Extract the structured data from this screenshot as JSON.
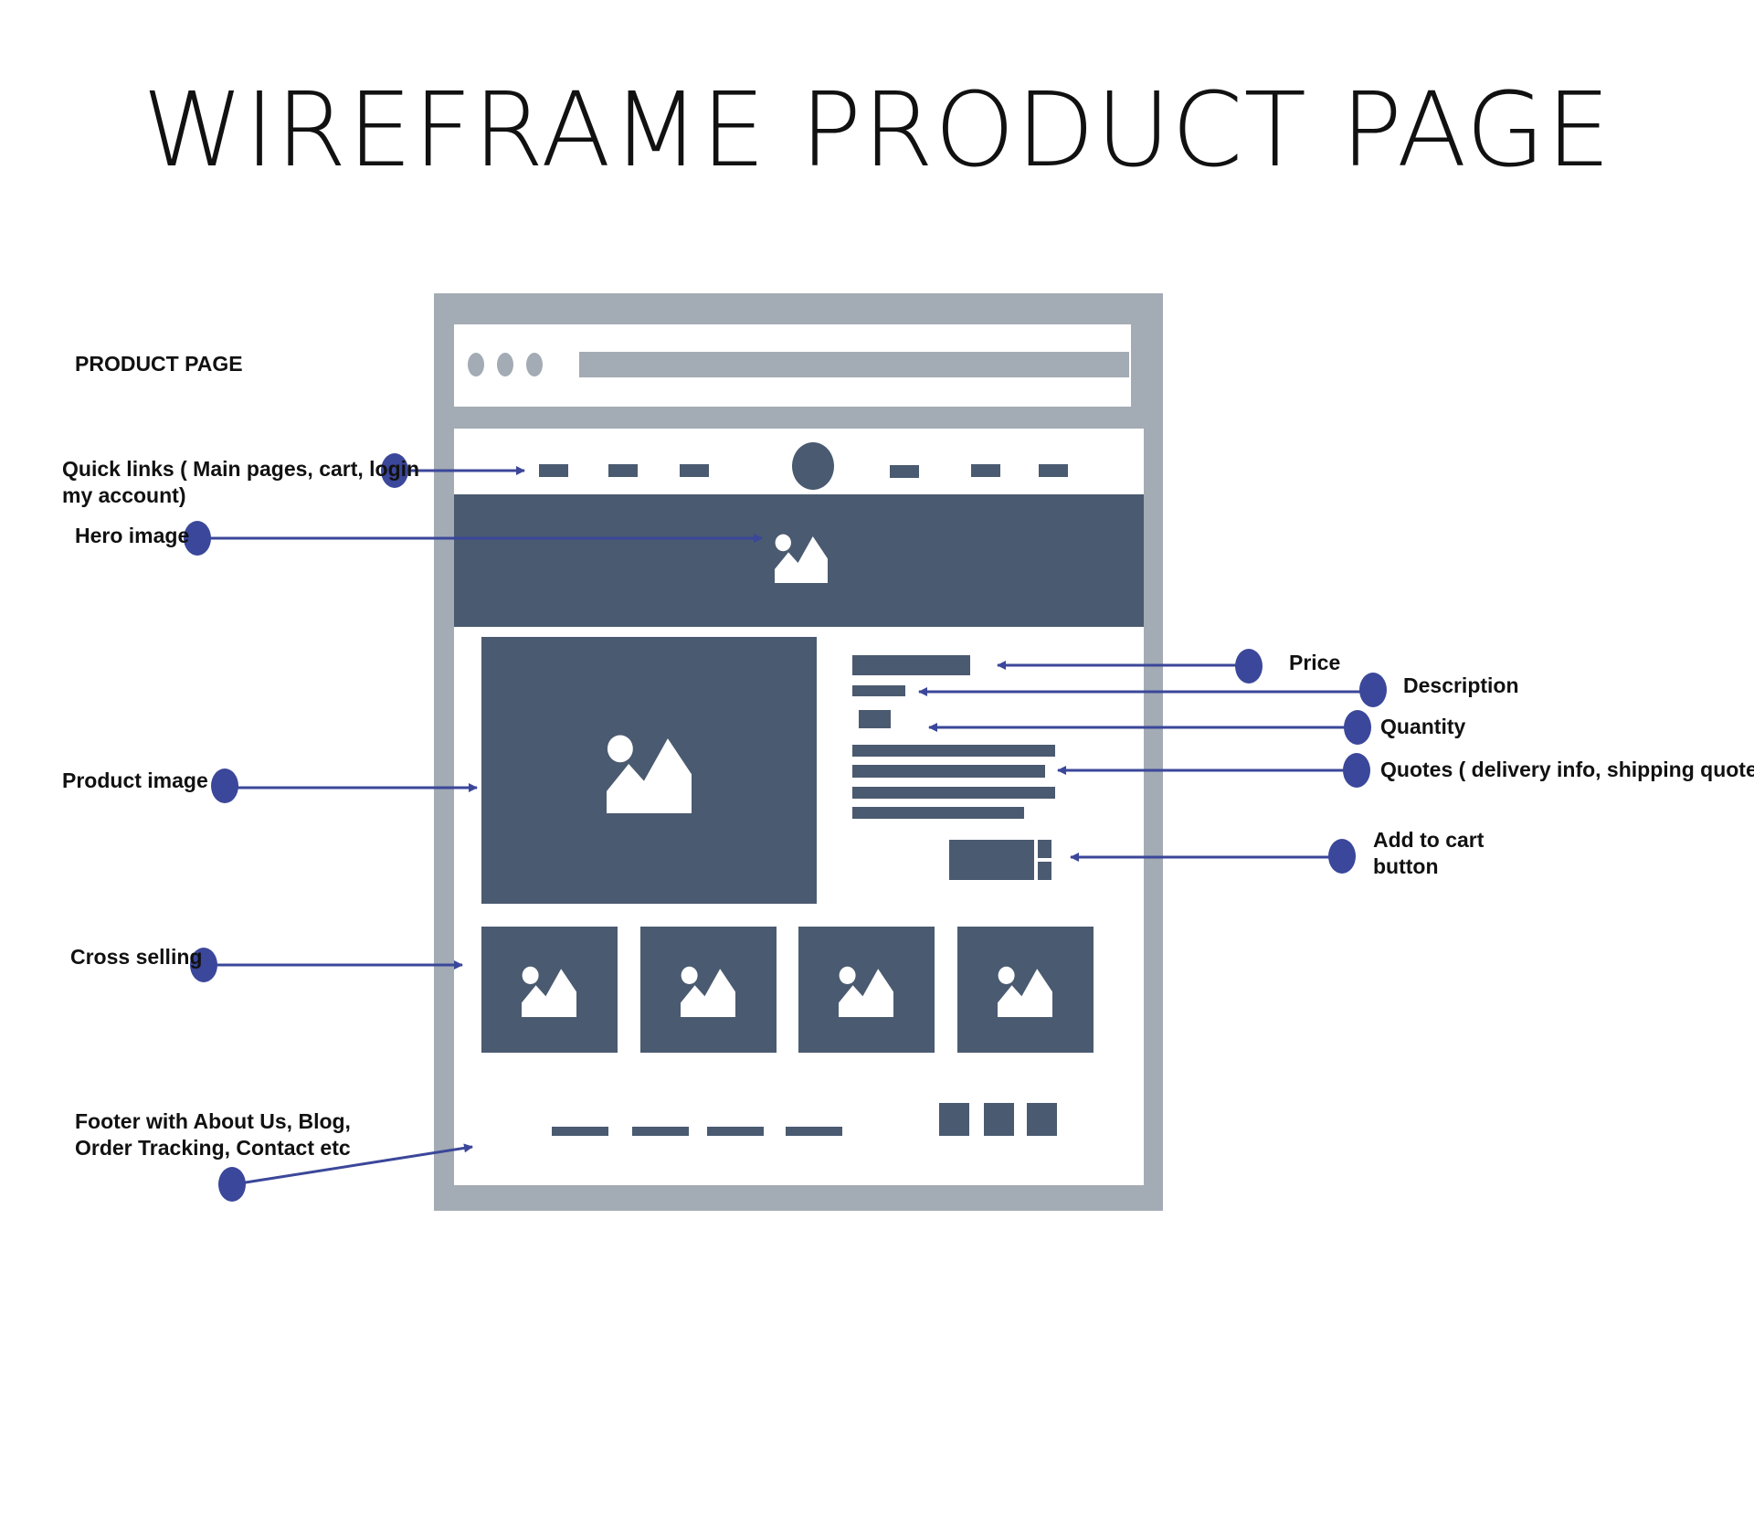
{
  "title": "WIREFRAME PRODUCT PAGE",
  "page_label": "PRODUCT PAGE",
  "annotations": {
    "quick_links": [
      "Quick links ( Main pages, cart, login",
      "my account)"
    ],
    "hero_image": "Hero image",
    "product_image": "Product image",
    "cross_selling": "Cross selling",
    "footer": [
      "Footer with About Us, Blog,",
      "Order Tracking, Contact etc"
    ],
    "price": "Price",
    "description": "Description",
    "quantity": "Quantity",
    "quotes": "Quotes ( delivery info, shipping quotes)",
    "add_to_cart": [
      "Add to cart",
      "button"
    ]
  },
  "colors": {
    "frame": "#a3abb4",
    "block": "#4a5a70",
    "accent": "#3b479a",
    "text": "#111111"
  },
  "icons": {
    "image_placeholder": "image-placeholder-icon",
    "window_dot": "window-dot-icon",
    "logo": "logo-circle-icon",
    "marker": "marker-dot-icon"
  }
}
